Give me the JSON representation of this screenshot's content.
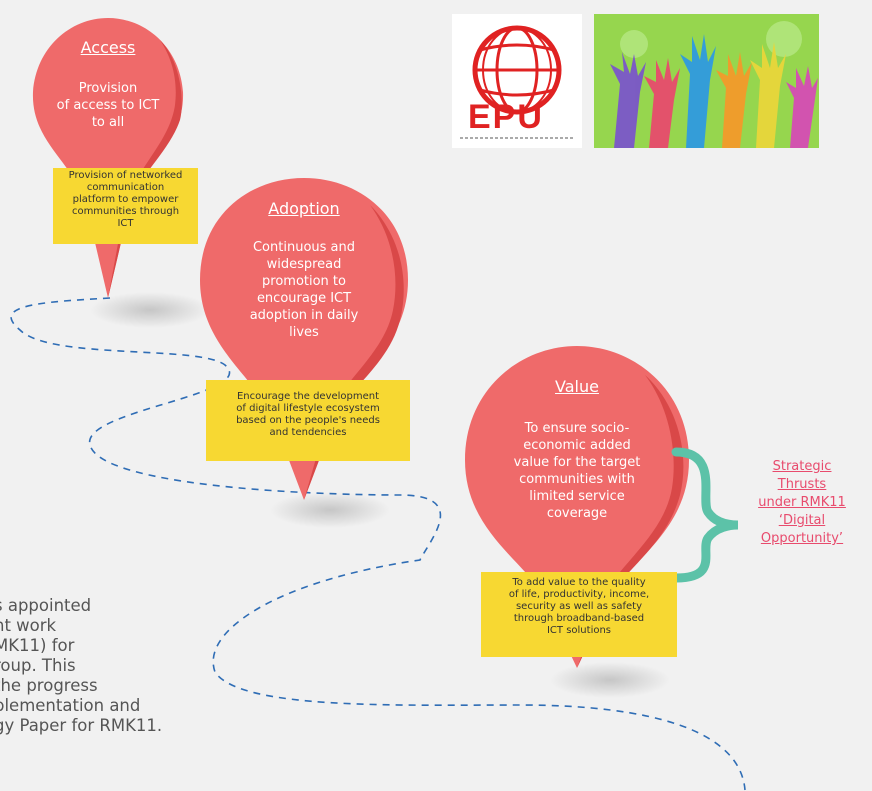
{
  "pins": [
    {
      "title": "Access",
      "description": "Provision of access to ICT to all",
      "desc_lines": [
        "Provision",
        "of access to ICT",
        "to all"
      ],
      "note_lines": [
        "Provision of networked",
        "communication",
        "platform to empower",
        "communities through",
        "ICT"
      ]
    },
    {
      "title": "Adoption",
      "description": "Continuous and widespread promotion to encourage ICT adoption in daily lives",
      "desc_lines": [
        "Continuous and",
        "widespread",
        "promotion to",
        "encourage ICT",
        "adoption in daily",
        "lives"
      ],
      "note_lines": [
        "Encourage the development",
        "of digital lifestyle ecosystem",
        "based on the people's needs",
        "and tendencies"
      ]
    },
    {
      "title": "Value",
      "description": "To ensure socio-economic added value for the target communities with limited service coverage",
      "desc_lines": [
        "To ensure socio-",
        "economic added",
        "value for the target",
        "communities with",
        "limited service",
        "coverage"
      ],
      "note_lines": [
        "To add value to the quality",
        "of life, productivity, income,",
        "security as well as safety",
        "through broadband-based",
        "ICT solutions"
      ]
    }
  ],
  "strategic_thrusts": [
    "Strategic",
    "Thrusts",
    "under RMK11",
    "‘Digital",
    "Opportunity’"
  ],
  "paragraph_lines": [
    "s appointed",
    "nt work",
    "MK11) for",
    "roup.  This",
    "the progress",
    "plementation and",
    "gy Paper for RMK11."
  ],
  "logos": [
    {
      "name": "EPU logo",
      "text": "EPU",
      "icon": "globe-icon"
    },
    {
      "name": "raised hands image",
      "icon": "hands-icon"
    }
  ],
  "colors": {
    "pin": "#ef6a6a",
    "pin_dark": "#d94848",
    "note": "#f7d832",
    "brace": "#5cc2a8",
    "thrust_text": "#e84b6d",
    "path": "#2f6db5"
  }
}
